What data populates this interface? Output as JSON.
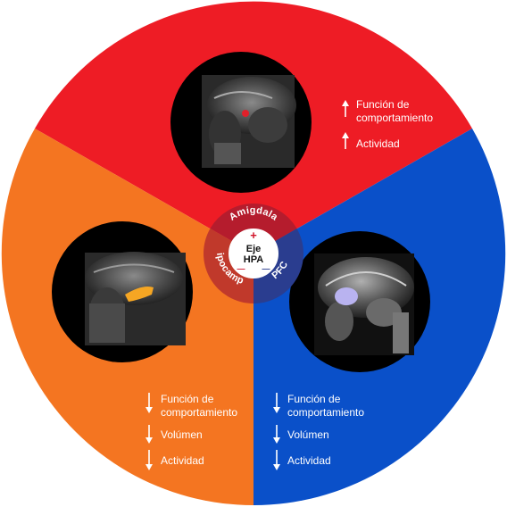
{
  "colors": {
    "red": "#ee1c25",
    "orange": "#f47521",
    "blue": "#0a50c9",
    "amygdala_ring": "#b51c2d",
    "pfc_ring": "#2a3d8f",
    "hippocampus_ring": "#c0392b",
    "amygdala_highlight": "#e0202a",
    "hippocampus_highlight": "#f6a623",
    "pfc_highlight": "#b9b3f0"
  },
  "center": {
    "line1": "Eje",
    "line2": "HPA",
    "plus": "+",
    "minus_left": "—",
    "minus_right": "—"
  },
  "ring": {
    "amygdala": "Amigdala",
    "pfc": "PFC",
    "hippocampus": "Hipocampo"
  },
  "sections": {
    "top": {
      "region": "amygdala",
      "arrow": "up",
      "items": [
        {
          "line1": "Función de",
          "line2": "comportamiento"
        },
        {
          "line1": "Actividad"
        }
      ]
    },
    "left": {
      "region": "hippocampus",
      "arrow": "down",
      "items": [
        {
          "line1": "Función de",
          "line2": "comportamiento"
        },
        {
          "line1": "Volúmen"
        },
        {
          "line1": "Actividad"
        }
      ]
    },
    "right": {
      "region": "pfc",
      "arrow": "down",
      "items": [
        {
          "line1": "Función de",
          "line2": "comportamiento"
        },
        {
          "line1": "Volúmen"
        },
        {
          "line1": "Actividad"
        }
      ]
    }
  }
}
